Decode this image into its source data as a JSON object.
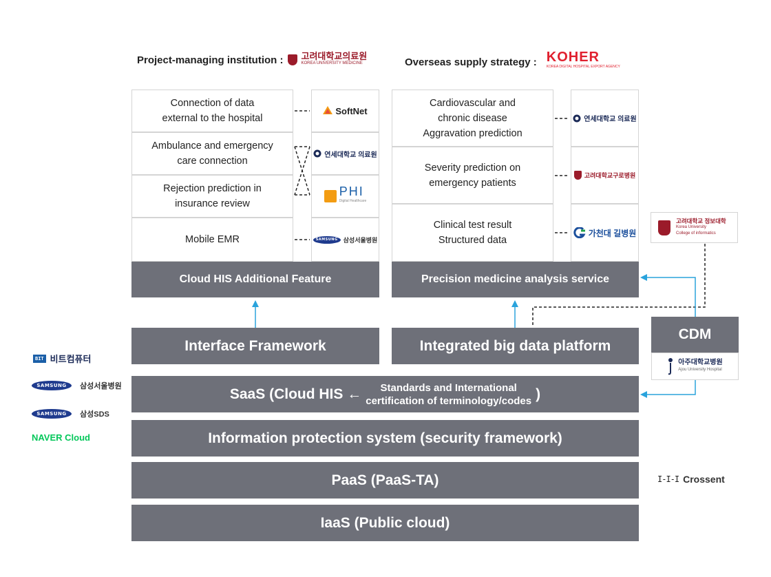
{
  "header": {
    "project_label": "Project-managing institution :",
    "project_logo_kr": "고려대학교의료원",
    "project_logo_en": "KOREA UNIVERSITY MEDICINE",
    "overseas_label": "Overseas supply strategy :",
    "koher_logo": "KOHER",
    "koher_sub": "KOREA DIGITAL HOSPITAL EXPORT AGENCY"
  },
  "left_features": [
    {
      "text": "Connection of data\nexternal to the hospital"
    },
    {
      "text": "Ambulance and emergency\ncare connection"
    },
    {
      "text": "Rejection prediction in\ninsurance review"
    },
    {
      "text": "Mobile EMR"
    }
  ],
  "left_partners": {
    "softnet": "SoftNet",
    "yonsei": "연세대학교 의료원",
    "phi": "PHI",
    "phi_sub": "Digital Healthcare",
    "samsung_pill": "SAMSUNG",
    "samsung_hosp": "삼성서울병원"
  },
  "right_features": [
    {
      "text": "Cardiovascular and\nchronic disease\nAggravation prediction"
    },
    {
      "text": "Severity prediction on\nemergency patients"
    },
    {
      "text": "Clinical test result\nStructured data"
    }
  ],
  "right_partners": {
    "yonsei": "연세대학교 의료원",
    "korea_guro": "고려대학교구로병원",
    "gachon": "가천대 길병원"
  },
  "informatics": {
    "kr": "고려대학교 정보대학",
    "en1": "Korea University",
    "en2": "College of informatics"
  },
  "bars": {
    "cloud_his": "Cloud HIS Additional Feature",
    "precision": "Precision medicine analysis service",
    "interface": "Interface Framework",
    "bigdata": "Integrated big data platform",
    "cdm": "CDM",
    "saas_prefix": "SaaS (Cloud HIS ←",
    "saas_line1": "Standards and International",
    "saas_line2": "certification of terminology/codes",
    "saas_suffix": ")",
    "infoprot": "Information protection system (security framework)",
    "paas": "PaaS (PaaS-TA)",
    "iaas": "IaaS (Public cloud)"
  },
  "ajou": {
    "kr": "아주대학교병원",
    "en": "Ajou University Hospital"
  },
  "side_partners": {
    "bit": "비트컴퓨터",
    "bit_badge": "BIT",
    "samsung1": "삼성서울병원",
    "samsung2": "삼성SDS",
    "samsung_pill": "SAMSUNG",
    "naver": "NAVER Cloud",
    "crossent": "Crossent",
    "crossent_mark": "I-I-I"
  },
  "colors": {
    "bar": "#6e7079",
    "arrow": "#2aa3dc",
    "korea_red": "#9b1b2a",
    "koher_red": "#e0202e",
    "naver_green": "#03c75a",
    "samsung_blue": "#1f3b8e"
  }
}
